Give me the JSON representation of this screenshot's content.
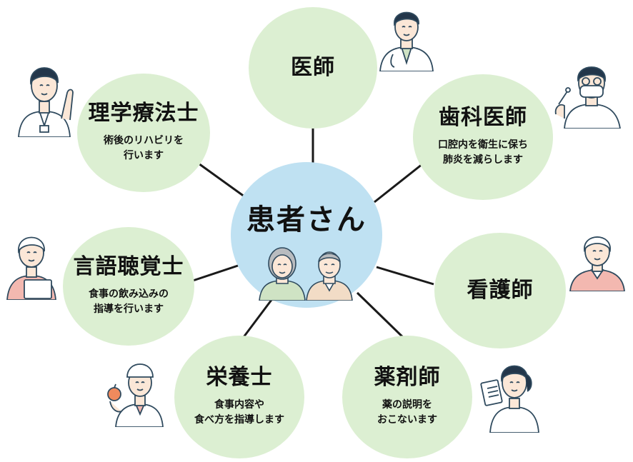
{
  "center": {
    "label": "患者さん"
  },
  "roles": {
    "doctor": {
      "label": "医師",
      "desc": []
    },
    "dentist": {
      "label": "歯科医師",
      "desc": [
        "口腔内を衛生に保ち",
        "肺炎を減らします"
      ]
    },
    "nurse": {
      "label": "看護師",
      "desc": []
    },
    "pharmacist": {
      "label": "薬剤師",
      "desc": [
        "薬の説明を",
        "おこないます"
      ]
    },
    "dietitian": {
      "label": "栄養士",
      "desc": [
        "食事内容や",
        "食べ方を指導します"
      ]
    },
    "speech_therapist": {
      "label": "言語聴覚士",
      "desc": [
        "食事の飲み込みの",
        "指導を行います"
      ]
    },
    "physical_therapist": {
      "label": "理学療法士",
      "desc": [
        "術後のリハビリを",
        "行います"
      ]
    }
  },
  "colors": {
    "role_fill": "#dcefd2",
    "center_fill": "#bfe1f2",
    "connector": "#1a1a1a",
    "text": "#111111",
    "skin": "#fbe7d7",
    "hair_dark": "#23364a",
    "hair_gray": "#b9bcbf",
    "coat": "#ffffff",
    "outline": "#2f4a5e",
    "scrub_pink": "#f3b8b0",
    "shirt_green": "#cfe3c4",
    "vest_tan": "#f2dcc6"
  },
  "icons": [
    "doctor-illustration-icon",
    "dentist-illustration-icon",
    "nurse-illustration-icon",
    "pharmacist-illustration-icon",
    "dietitian-illustration-icon",
    "speech-therapist-illustration-icon",
    "physical-therapist-illustration-icon",
    "elderly-woman-icon",
    "elderly-man-icon"
  ]
}
